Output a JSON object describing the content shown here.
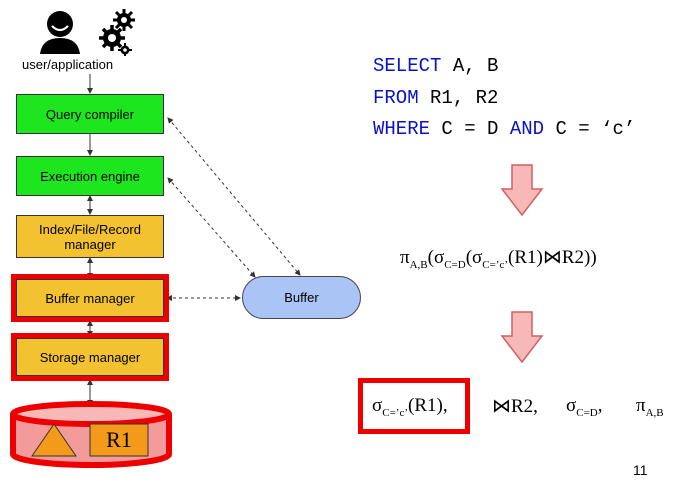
{
  "stack": {
    "user_label": "user/application",
    "query_compiler": "Query compiler",
    "execution_engine": "Execution engine",
    "index_manager": "Index/File/Record manager",
    "buffer_manager": "Buffer manager",
    "storage_manager": "Storage manager",
    "buffer": "Buffer",
    "disk_label": "R1"
  },
  "sql": {
    "select_kw": "SELECT",
    "select_rest": " A, B",
    "from_kw": "FROM",
    "from_rest": " R1, R2",
    "where_kw": "WHERE",
    "where_mid": " C = D ",
    "and_kw": "AND",
    "where_end": " C = ‘c’"
  },
  "expr1": {
    "pi": "π",
    "pi_sub": "A,B",
    "p1": "(σ",
    "s1_sub": "C=D",
    "p2": "(σ",
    "s2_sub": "C=’c’",
    "rest": "(R1)⋈R2))"
  },
  "expr2": {
    "sigma": "σ",
    "sigma_sub": "C=’c’",
    "r1": "(R1),",
    "join": "⋈R2,",
    "sigma2": "σ",
    "sigma2_sub": "C=D",
    "comma": ",",
    "pi": "π",
    "pi_sub": "A,B"
  },
  "page_number": "11",
  "colors": {
    "green": "#1ee61e",
    "yellow": "#f2c230",
    "red": "#ee0000",
    "keyword_blue": "#0a12c8",
    "buffer_blue": "#a9c4f5",
    "arrow_pink": "#f7b8b8"
  }
}
